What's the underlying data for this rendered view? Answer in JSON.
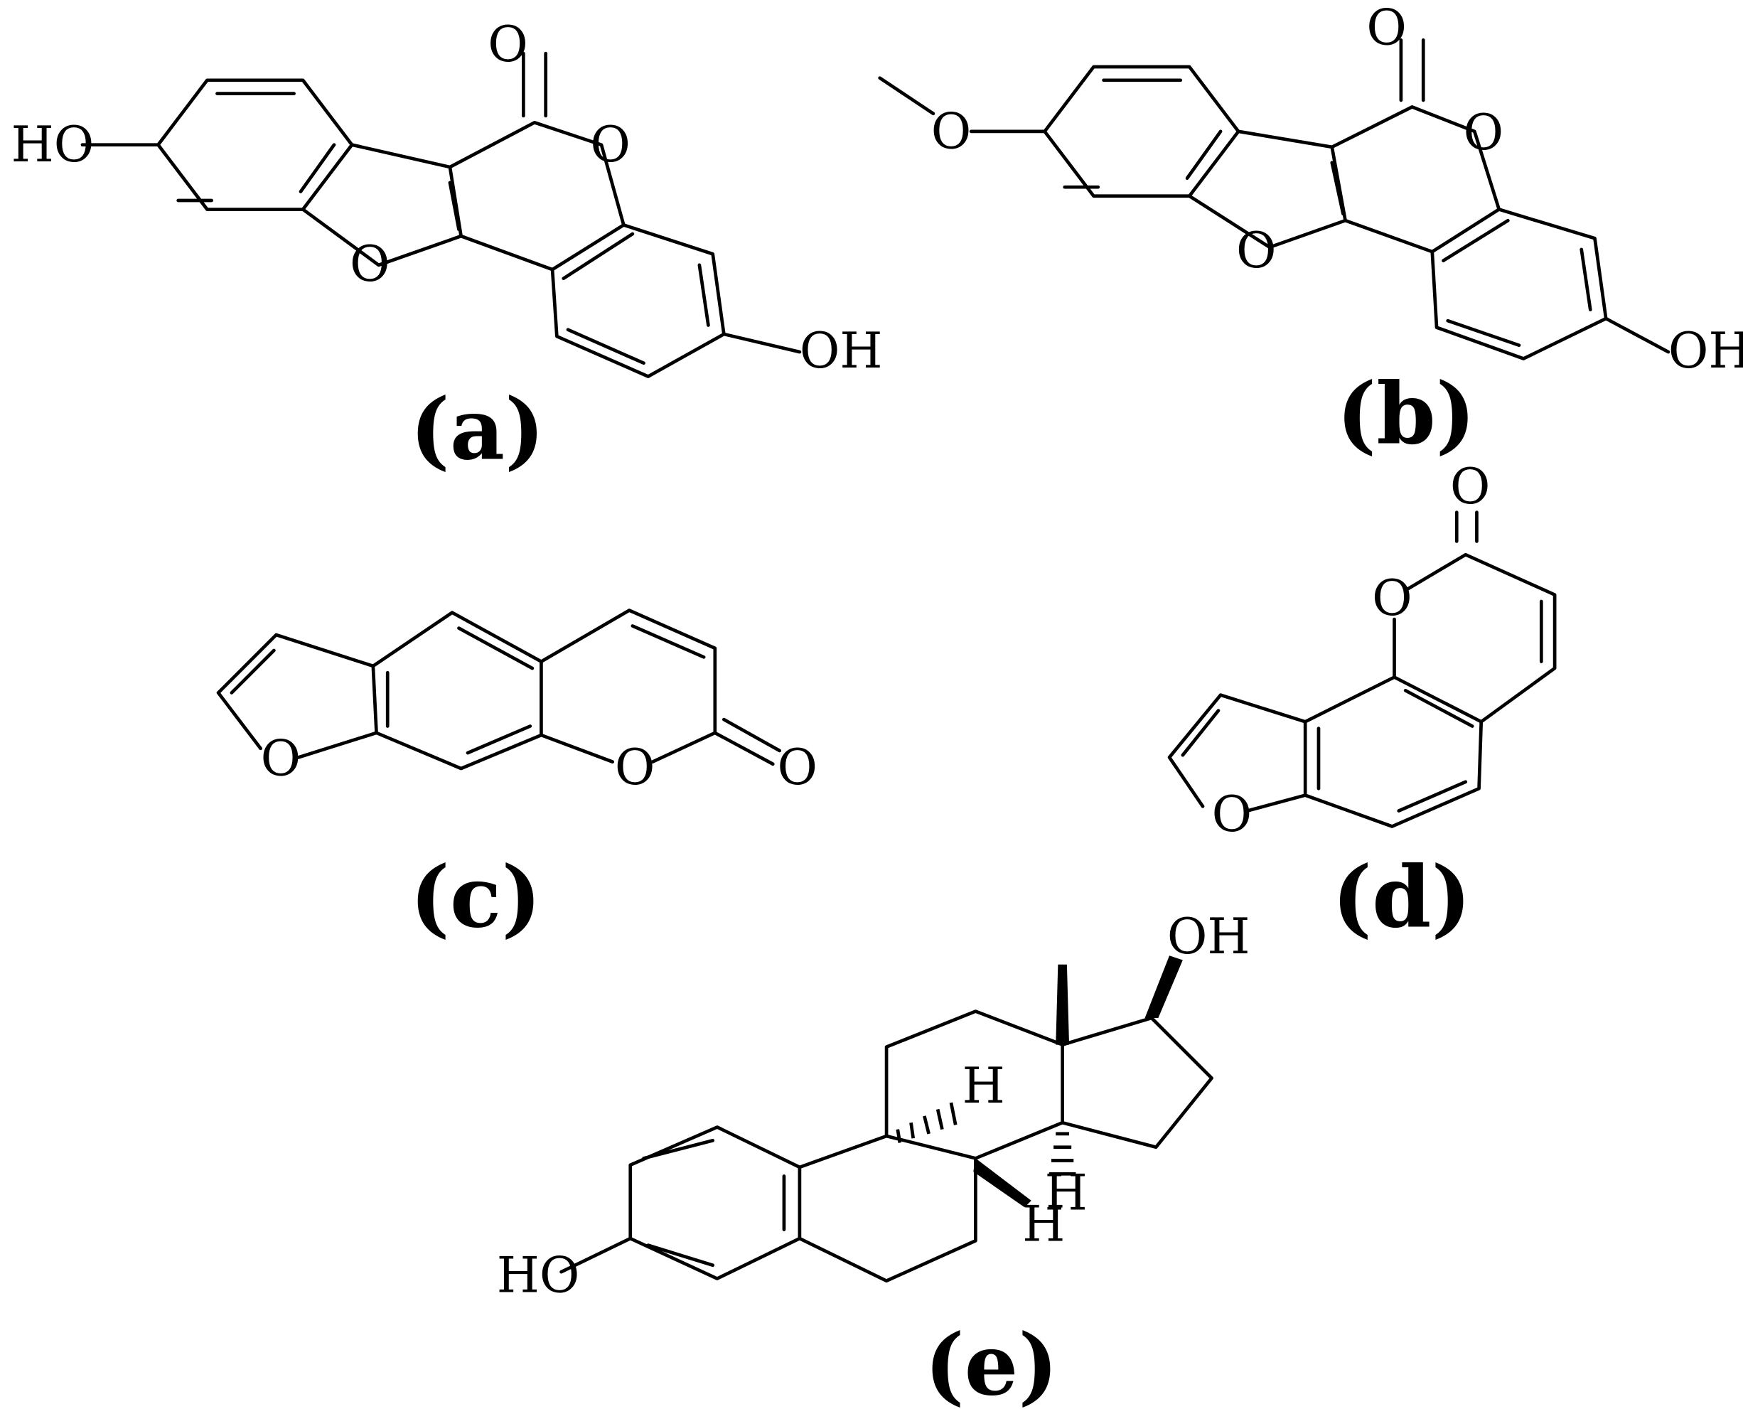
{
  "figure": {
    "panels": [
      {
        "label": "(a)",
        "atoms": [
          "HO",
          "O",
          "O",
          "O",
          "OH"
        ]
      },
      {
        "label": "(b)",
        "atoms": [
          "O",
          "O",
          "O",
          "O",
          "OH"
        ]
      },
      {
        "label": "(c)",
        "atoms": [
          "O",
          "O",
          "O"
        ]
      },
      {
        "label": "(d)",
        "atoms": [
          "O",
          "O",
          "O"
        ]
      },
      {
        "label": "(e)",
        "atoms": [
          "OH",
          "H",
          "H",
          "H",
          "HO"
        ]
      }
    ]
  }
}
